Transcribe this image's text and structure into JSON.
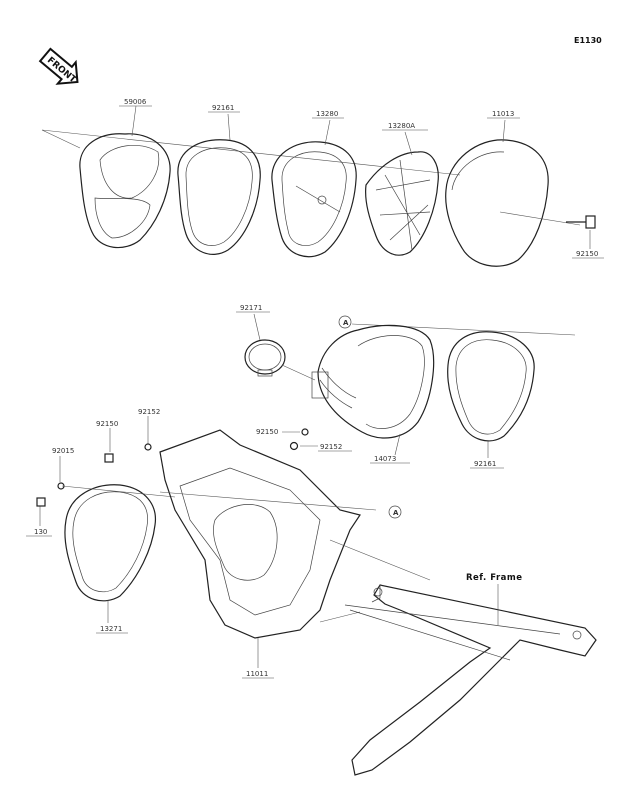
{
  "page_code": "E1130",
  "front_label": "FRONT",
  "ref_frame": "Ref. Frame",
  "callout_a": "A",
  "parts": {
    "cover": "59006",
    "gasket_top": "92161",
    "holder": "13280",
    "holder_a": "13280A",
    "element": "11013",
    "bolt_top": "92150",
    "band": "92171",
    "duct": "14073",
    "gasket_duct": "92161",
    "bolt_mid": "92150",
    "washer_mid": "92152",
    "bolt_left": "92150",
    "washer_left": "92152",
    "nut": "92015",
    "screw": "130",
    "gasket_left": "13271",
    "case": "11011"
  }
}
